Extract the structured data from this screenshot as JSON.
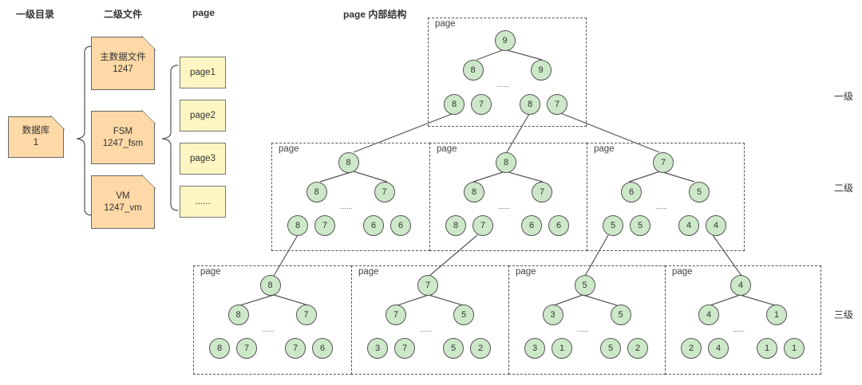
{
  "headers": {
    "col1": "一级目录",
    "col2": "二级文件",
    "col3": "page",
    "col4": "page 内部结构"
  },
  "levels": {
    "l1": "一级",
    "l2": "二级",
    "l3": "三级"
  },
  "database": {
    "line1": "数据库",
    "line2": "1"
  },
  "files": [
    {
      "line1": "主数据文件",
      "line2": "1247"
    },
    {
      "line1": "FSM",
      "line2": "1247_fsm"
    },
    {
      "line1": "VM",
      "line2": "1247_vm"
    }
  ],
  "pages": [
    "page1",
    "page2",
    "page3",
    "......"
  ],
  "tree": {
    "page_label": "page",
    "ellipsis": "......",
    "level1": [
      {
        "root": "9",
        "mid": [
          "8",
          "9"
        ],
        "leaves": [
          "8",
          "7",
          "8",
          "7"
        ]
      }
    ],
    "level2": [
      {
        "root": "8",
        "mid": [
          "8",
          "7"
        ],
        "leaves": [
          "8",
          "7",
          "6",
          "6"
        ]
      },
      {
        "root": "8",
        "mid": [
          "8",
          "7"
        ],
        "leaves": [
          "8",
          "7",
          "6",
          "6"
        ]
      },
      {
        "root": "7",
        "mid": [
          "6",
          "5"
        ],
        "leaves": [
          "5",
          "5",
          "4",
          "4"
        ]
      }
    ],
    "level3": [
      {
        "root": "8",
        "mid": [
          "8",
          "7"
        ],
        "leaves": [
          "8",
          "7",
          "7",
          "6"
        ]
      },
      {
        "root": "7",
        "mid": [
          "7",
          "5"
        ],
        "leaves": [
          "3",
          "7",
          "5",
          "2"
        ]
      },
      {
        "root": "5",
        "mid": [
          "3",
          "5"
        ],
        "leaves": [
          "3",
          "1",
          "5",
          "2"
        ]
      },
      {
        "root": "4",
        "mid": [
          "4",
          "1"
        ],
        "leaves": [
          "2",
          "4",
          "1",
          "1"
        ]
      }
    ]
  },
  "colors": {
    "file_fill": "#fcd9a6",
    "page_fill": "#fef6c2",
    "node_fill": "#cde8c9",
    "border": "#555555"
  }
}
